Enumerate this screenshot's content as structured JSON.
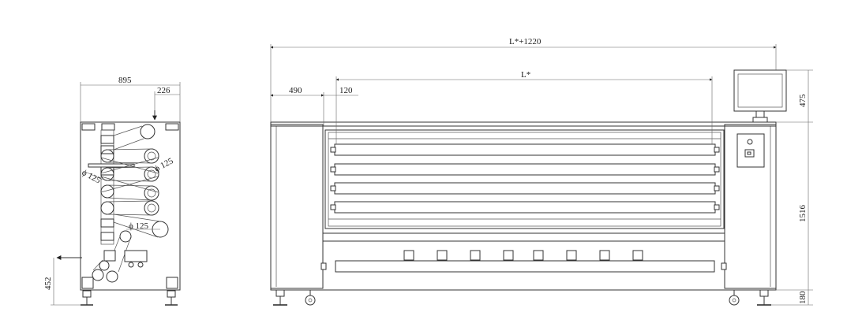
{
  "side_view": {
    "dims": {
      "width_total": "895",
      "width_offset": "226",
      "height_low": "452",
      "roller_dia_1": "ϕ 125",
      "roller_dia_2": "ϕ 125",
      "roller_dia_3": "ϕ 125"
    }
  },
  "front_view": {
    "dims": {
      "overall_length": "L*+1220",
      "roller_length": "L*",
      "left_margin": "490",
      "inner_margin": "120",
      "screen_height": "475",
      "body_height": "1516",
      "foot_height": "180"
    }
  },
  "colors": {
    "line": "#333333",
    "background": "#ffffff"
  }
}
